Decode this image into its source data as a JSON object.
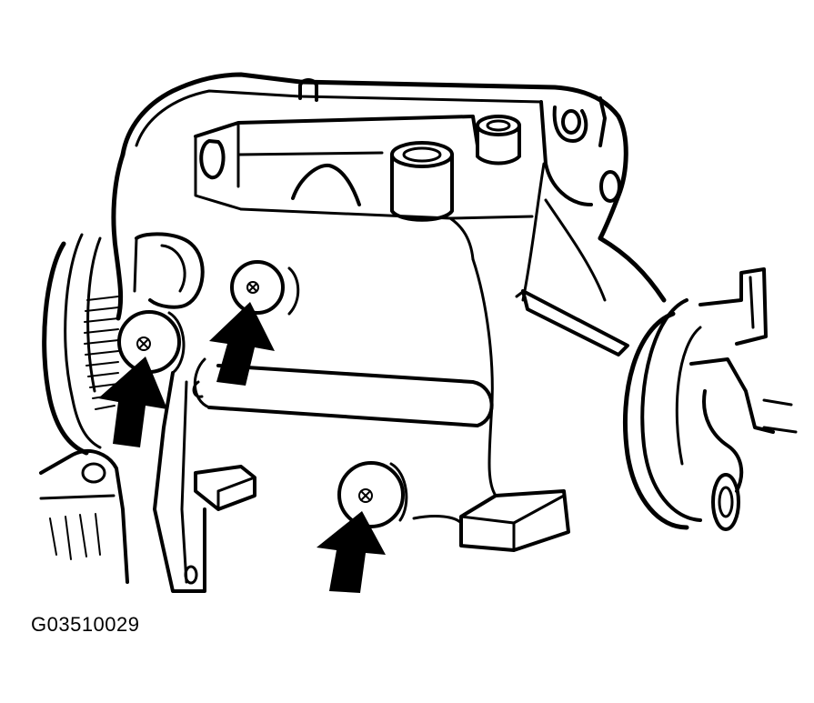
{
  "figure_id": "G03510029",
  "colors": {
    "line": "#000000",
    "background": "#ffffff",
    "arrow": "#000000"
  },
  "callouts": [
    {
      "name": "bolt-arrow-upper-left",
      "points_to": "bolt-upper-left"
    },
    {
      "name": "bolt-arrow-upper-center",
      "points_to": "bolt-upper-center"
    },
    {
      "name": "bolt-arrow-lower-center",
      "points_to": "bolt-lower-center"
    }
  ]
}
